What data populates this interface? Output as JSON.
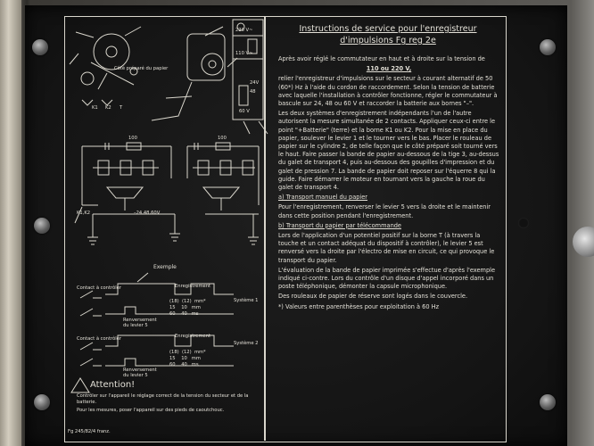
{
  "title": {
    "line1": "Instructions de service pour l'enregistreur",
    "line2": "d'impulsions Fg reg 2e"
  },
  "intro": "Après avoir réglé le commutateur en haut et à droite sur la tension de",
  "voltage": "110 ou 220 V,",
  "para1": "relier l'enregistreur d'impulsions sur le secteur à courant alternatif de 50 (60*) Hz à l'aide du cordon de raccordement. Selon la tension de batterie avec laquelle l'installation à contrôler fonctionne, régler le commutateur à bascule sur 24, 48 ou 60 V et raccorder la batterie aux bornes \"–\".",
  "para2": "Les deux systèmes d'enregistrement indépendants l'un de l'autre autorisent la mesure simultanée de 2 contacts. Appliquer ceux-ci entre le point \"+Batterie\" (terre) et la borne K1 ou K2. Pour la mise en place du papier, soulever le levier 1 et le tourner vers le bas. Placer le rouleau de papier sur le cylindre 2, de telle façon que le côté préparé soit tourné vers le haut. Faire passer la bande de papier au-dessous de la tige 3, au-dessus du galet de transport 4, puis au-dessous des goupilles d'impression et du galet de pression 7. La bande de papier doit reposer sur l'équerre 8 qui la guide. Faire démarrer le moteur en tournant vers la gauche la roue du galet de transport 4.",
  "section_a": "a) Transport manuel du papier",
  "para_a": "Pour l'enregistrement, renverser le levier 5 vers la droite et le maintenir dans cette position pendant l'enregistrement.",
  "section_b": "b) Transport du papier par télécommande",
  "para_b": "Lors de l'application d'un potentiel positif sur la borne T (à travers la touche et un contact adéquat du dispositif à contrôler), le levier 5 est renversé vers la droite par l'électro de mise en circuit, ce qui provoque le transport du papier.",
  "para_c": "L'évaluation de la bande de papier imprimée s'effectue d'après l'exemple indiqué ci-contre. Lors du contrôle d'un disque d'appel incorporé dans un poste téléphonique, démonter la capsule microphonique.",
  "para_d": "Des rouleaux de papier de réserve sont logés dans le couvercle.",
  "footnote": "*) Valeurs entre parenthèses pour exploitation à 60 Hz",
  "diagram": {
    "paper_side": "Côté préparé du papier",
    "v220": "220 V~",
    "v110": "110 V~",
    "v24": "24V",
    "v48": "48",
    "v60": "60 V",
    "k1": "K1",
    "k2": "K2",
    "t": "T",
    "k1k2": "K1,K2",
    "batt": "–24,48,60V",
    "r100a": "100",
    "r100b": "100"
  },
  "example": {
    "heading": "Exemple",
    "contact1": "Contact à contrôler",
    "contact2": "Contact à contrôler",
    "rec1": "Enregistrement",
    "rec2": "Enregistrement",
    "sys1": "Système 1",
    "sys2": "Système 2",
    "renv1": "Renversement du levier 5",
    "renv2": "Renversement du levier 5",
    "rows1": [
      [
        "(18)",
        "(12)",
        "mm*"
      ],
      [
        "15",
        "10",
        "mm"
      ],
      [
        "60",
        "40",
        "ms"
      ]
    ],
    "rows2": [
      [
        "(18)",
        "(12)",
        "mm*"
      ],
      [
        "15",
        "10",
        "mm"
      ],
      [
        "60",
        "40",
        "ms"
      ]
    ]
  },
  "attention": {
    "heading": "Attention!",
    "line1": "Contrôler sur l'appareil le réglage correct de la tension du secteur et de la batterie.",
    "line2": "Pour les mesures, poser l'appareil sur des pieds de caoutchouc."
  },
  "footer": "Fg 245/82/4 franz."
}
